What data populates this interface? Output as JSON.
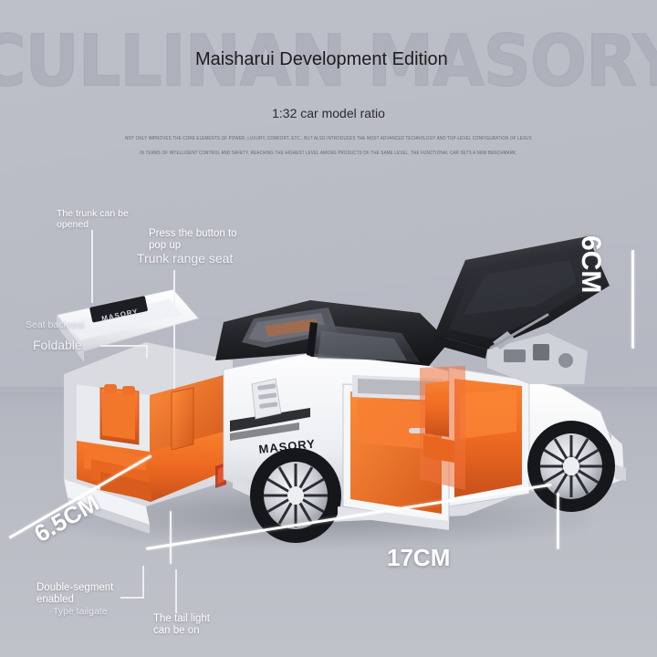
{
  "header": {
    "watermark": "CULLINAN MASORY",
    "title": "Maisharui Development Edition",
    "ratio": "1:32 car model ratio",
    "fineprint_line1": "NOT ONLY IMPROVES THE CORE ELEMENTS OF POWER, LUXURY, COMFORT, ETC., BUT ALSO INTRODUCES THE MOST ADVANCED TECHNOLOGY AND TOP-LEVEL CONFIGURATION OF LEXUS",
    "fineprint_line2": "IN TERMS OF INTELLIGENT CONTROL AND SAFETY, REACHING THE HIGHEST LEVEL AMONG PRODUCTS OF THE SAME LEVEL. THE FUNCTIONAL CAR SETS A NEW BENCHMARK."
  },
  "callouts": {
    "trunk_open": "The trunk can be\nopened",
    "press_button": "Press the button to\npop up",
    "trunk_range_seat": "Trunk range seat",
    "seat_backrest": "Seat backrest",
    "foldable": "Foldable",
    "double_segment": "Double-segment\nenabled",
    "type_tailgate": "Type tailgate",
    "tail_light": "The tail light\ncan be on"
  },
  "dimensions": {
    "width": "6.5CM",
    "length": "17CM",
    "height": "6CM"
  },
  "product": {
    "side_badge": "MASORY",
    "body_color": "#f4f5f7",
    "roof_color": "#2a2b2f",
    "interior_color": "#ef6a24",
    "background_color": "#b9bcc6"
  }
}
